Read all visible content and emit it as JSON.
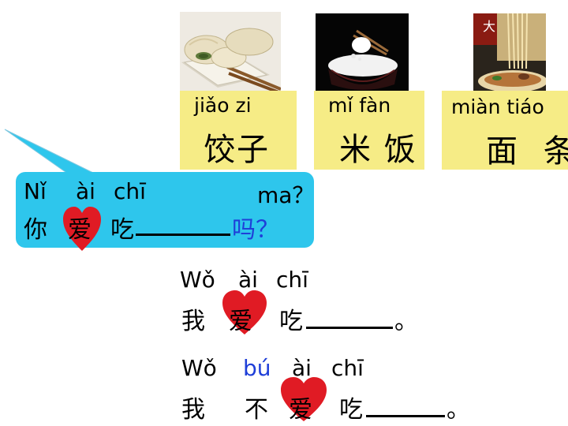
{
  "foods": [
    {
      "pinyin": "jiǎo zi",
      "hanzi": "饺子"
    },
    {
      "pinyin": "mǐ fàn",
      "hanzi": "米 饭"
    },
    {
      "pinyin": "miàn tiáo",
      "hanzi": "面 条"
    }
  ],
  "noodle_sign": "大",
  "question": {
    "pinyin_a": "Nǐ",
    "pinyin_b": "ài",
    "pinyin_c": "chī",
    "pinyin_d": "ma？",
    "hanzi_a": "你",
    "hanzi_b": "爱",
    "hanzi_c": "吃",
    "hanzi_d": "吗？"
  },
  "answer_positive": {
    "pinyin_a": "Wǒ",
    "pinyin_b": "ài",
    "pinyin_c": "chī",
    "hanzi_a": "我",
    "hanzi_b": "爱",
    "hanzi_c": "吃",
    "hanzi_end": "。"
  },
  "answer_negative": {
    "pinyin_a": "Wǒ",
    "pinyin_b": "bú",
    "pinyin_c": "ài",
    "pinyin_d": "chī",
    "hanzi_a": "我",
    "hanzi_b": "不",
    "hanzi_c": "爱",
    "hanzi_d": "吃",
    "hanzi_end": "。"
  },
  "colors": {
    "card": "#f6ec86",
    "bubble": "#2ec6ec",
    "heart": "#e01b24",
    "negation": "#1f3fd8"
  }
}
